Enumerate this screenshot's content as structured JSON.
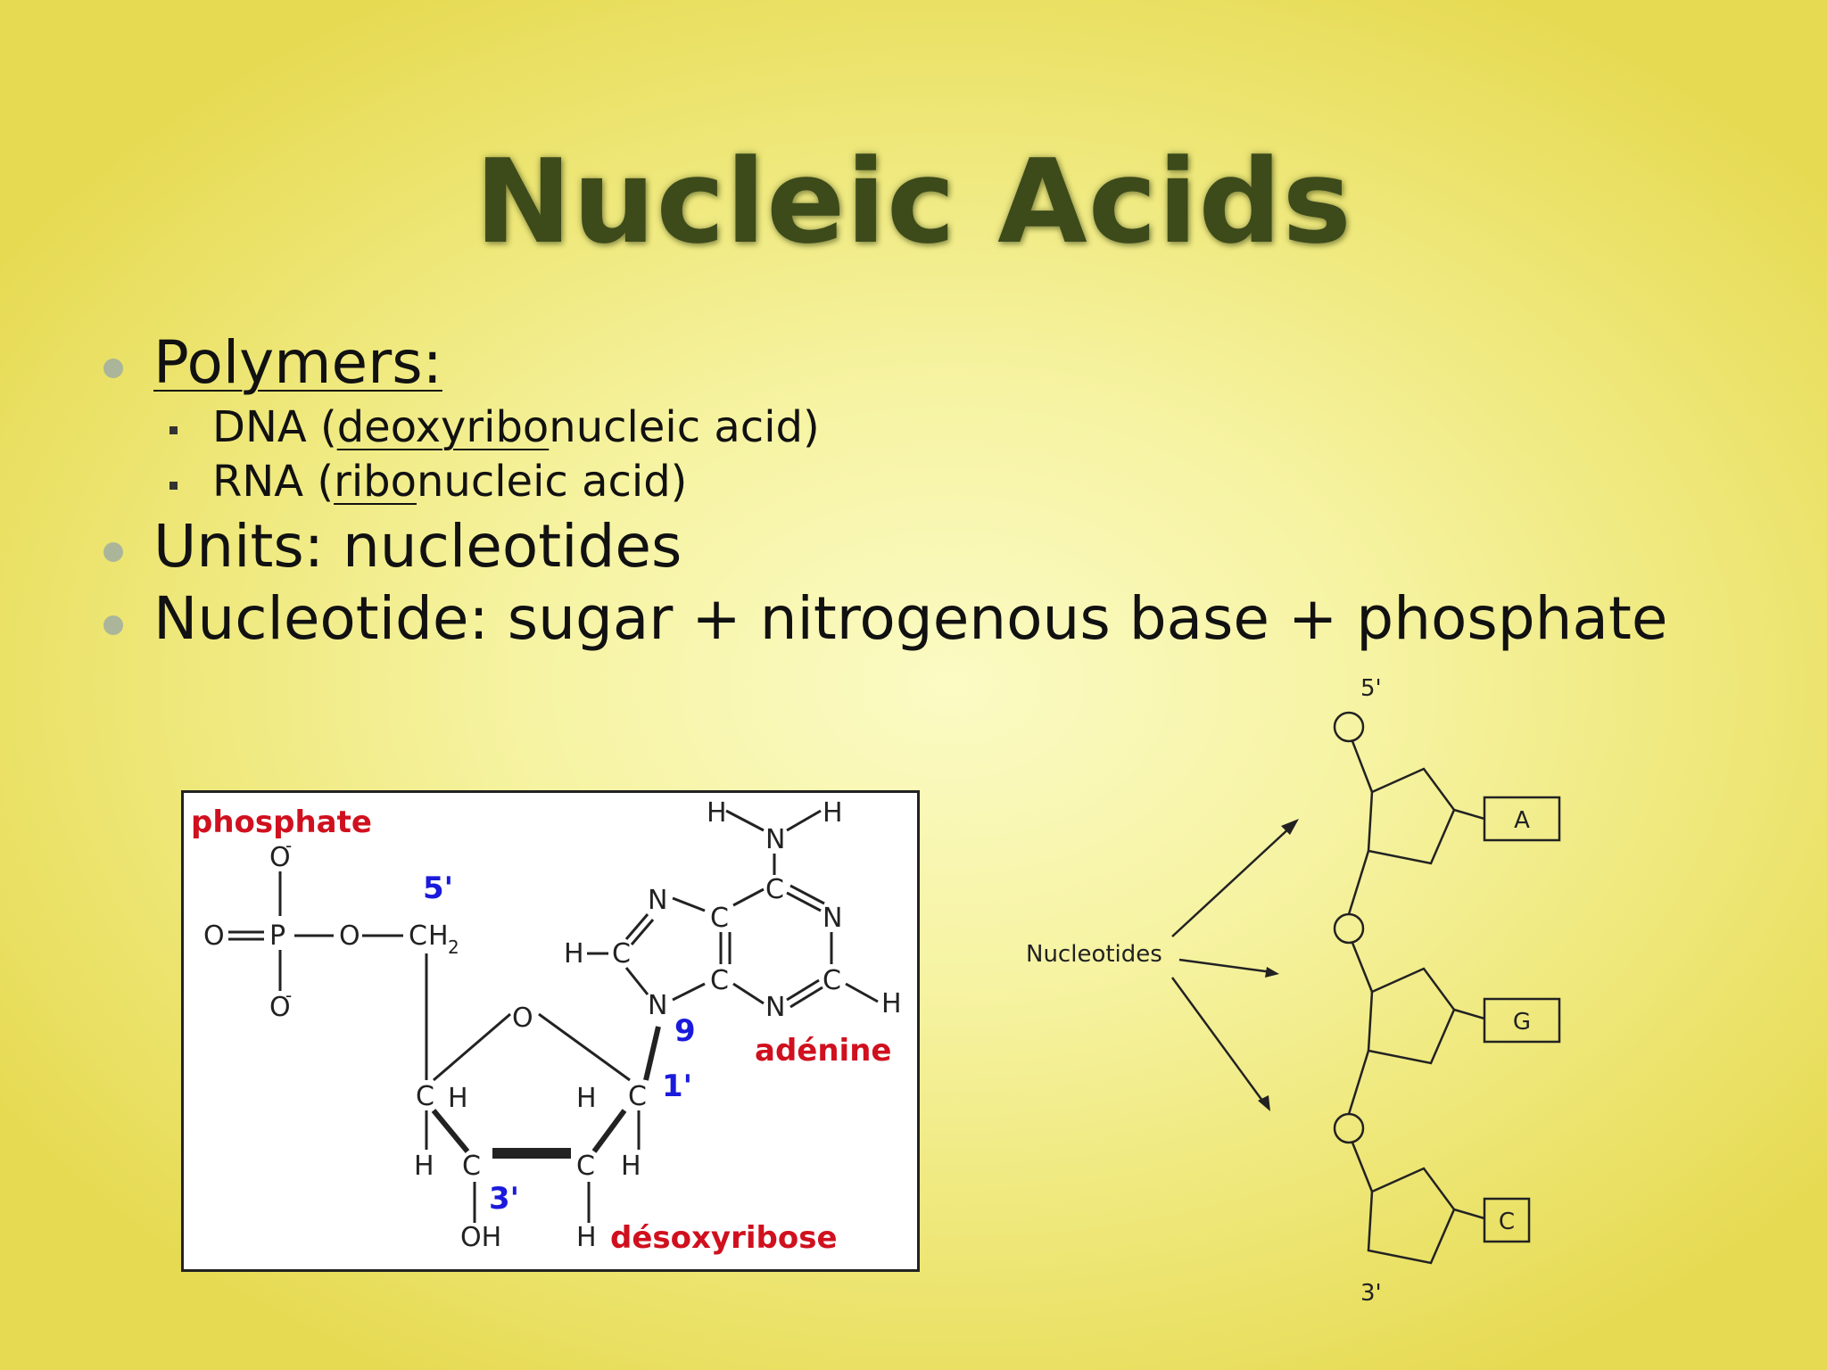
{
  "slide": {
    "title": "Nucleic Acids",
    "bullets": [
      {
        "lead": "Polymers:",
        "subs": [
          {
            "pre": "DNA (",
            "ul": "deoxyribo",
            "post": "nucleic acid)"
          },
          {
            "pre": "RNA (",
            "ul": "ribo",
            "post": "nucleic acid)"
          }
        ]
      },
      {
        "text": "Units: nucleotides"
      },
      {
        "text": "Nucleotide: sugar + nitrogenous base + phosphate"
      }
    ]
  },
  "structure": {
    "phosphate_label": "phosphate",
    "adenine_label": "adénine",
    "sugar_label": "désoxyribose",
    "numbers": {
      "c5": "5'",
      "n9": "9",
      "c1": "1'",
      "c3": "3'"
    },
    "atoms": {
      "O": "O",
      "O_minus": "O",
      "P": "P",
      "C": "C",
      "CH2_C": "C",
      "CH2_H": "H",
      "CH2_sub": "2",
      "H": "H",
      "N": "N",
      "OH": "OH",
      "minus": "-"
    },
    "colors": {
      "label_red": "#d0101e",
      "number_blue": "#1a1adc"
    }
  },
  "strand": {
    "end_top": "5'",
    "end_bottom": "3'",
    "label": "Nucleotides",
    "bases": [
      "A",
      "G",
      "C"
    ]
  }
}
